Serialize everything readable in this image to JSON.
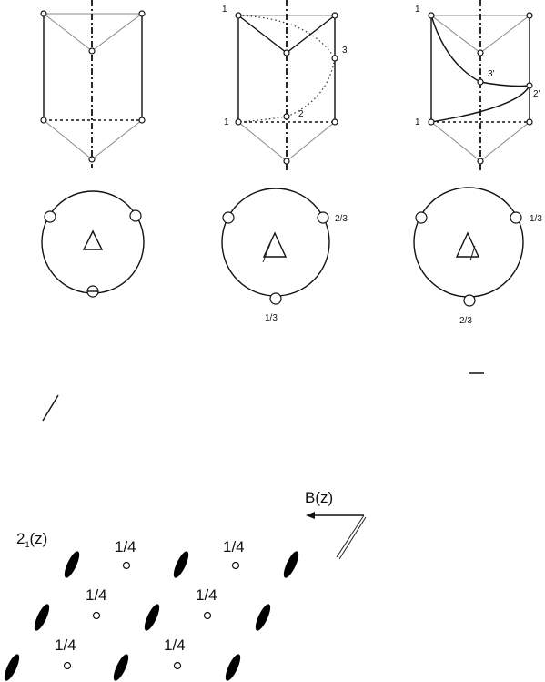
{
  "figures": [
    {
      "prism_labels": [],
      "circle_labels": []
    },
    {
      "prism_labels": [
        "1",
        "1",
        "2",
        "3"
      ],
      "circle_labels": [
        "2/3",
        "1/3"
      ]
    },
    {
      "prism_labels": [
        "1",
        "1",
        "2'",
        "3'"
      ],
      "circle_labels": [
        "1/3",
        "2/3"
      ]
    }
  ],
  "pattern": {
    "operator_label": "2",
    "operator_sub": "1",
    "operator_axis": "(z)",
    "glide_label": "B(z)",
    "height_label": "1/4"
  }
}
